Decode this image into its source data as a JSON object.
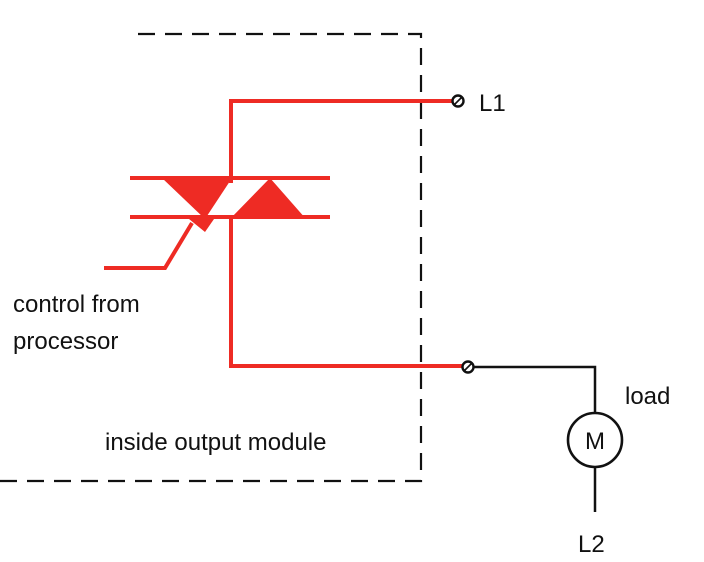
{
  "labels": {
    "terminal_l1": "L1",
    "terminal_l2": "L2",
    "control_line1": "control from",
    "control_line2": "processor",
    "module_caption": "inside output module",
    "load_caption": "load",
    "motor_letter": "M"
  },
  "colors": {
    "circuit": "#ee2b24",
    "wiring": "#111111",
    "boundary": "#111111",
    "background": "#ffffff"
  },
  "icons": {
    "switching_device": "triac-symbol",
    "load": "motor-symbol"
  }
}
